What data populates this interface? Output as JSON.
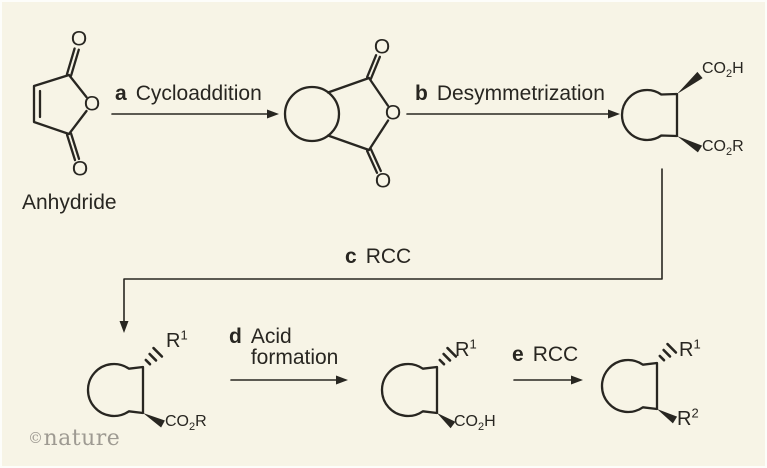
{
  "colors": {
    "background": "#f7f4e6",
    "ink": "#282621",
    "watermark": "#9e9a92"
  },
  "atom": {
    "oxygen": "O"
  },
  "labels": {
    "anhydride": "Anhydride",
    "co2h": {
      "main": "CO",
      "sub": "2",
      "tail": "H"
    },
    "co2r": {
      "main": "CO",
      "sub": "2",
      "tail": "R"
    },
    "r1": {
      "main": "R",
      "sup": "1"
    },
    "r2": {
      "main": "R",
      "sup": "2"
    }
  },
  "steps": {
    "a": {
      "id": "a",
      "label": "Cycloaddition"
    },
    "b": {
      "id": "b",
      "label": "Desymmetrization"
    },
    "c": {
      "id": "c",
      "label": "RCC"
    },
    "d": {
      "id": "d",
      "label_line1": "Acid",
      "label_line2": "formation"
    },
    "e": {
      "id": "e",
      "label": "RCC"
    }
  },
  "watermark": {
    "copyright": "©",
    "name": "nature"
  }
}
